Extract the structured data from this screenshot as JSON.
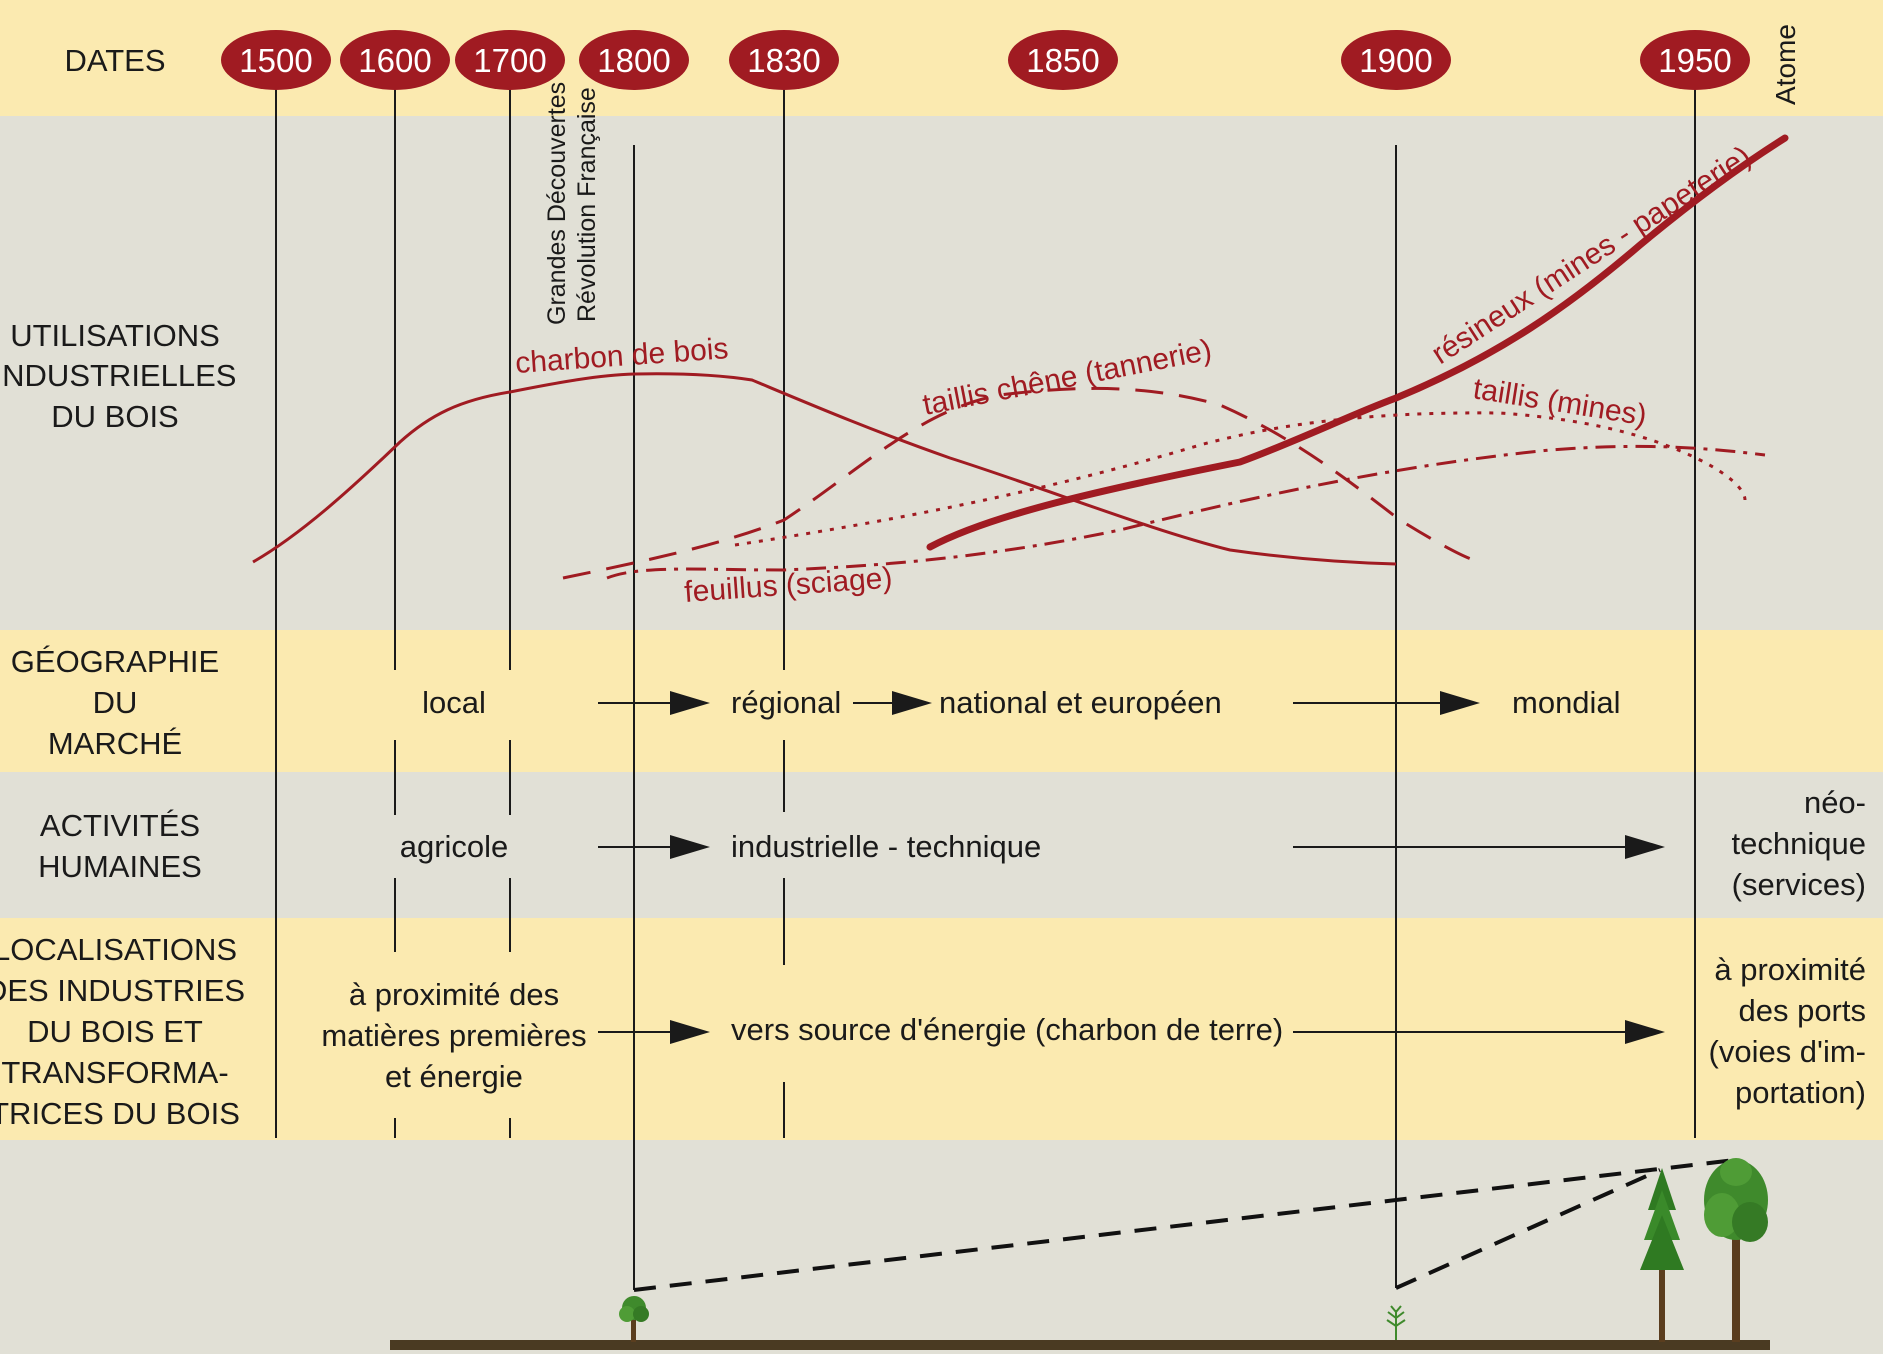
{
  "row_labels": {
    "dates": "DATES",
    "utilisations": [
      "UTILISATIONS",
      "INDUSTRIELLES",
      "DU BOIS"
    ],
    "geographie": [
      "GÉOGRAPHIE",
      "DU",
      "MARCHÉ"
    ],
    "activites": [
      "ACTIVITÉS",
      "HUMAINES"
    ],
    "localisations": [
      "LOCALISATIONS",
      "DES INDUSTRIES",
      "DU BOIS ET",
      "TRANSFORMA-",
      "TRICES DU BOIS"
    ]
  },
  "dates": [
    "1500",
    "1600",
    "1700",
    "1800",
    "1830",
    "1850",
    "1900",
    "1950"
  ],
  "events": {
    "atome": "Atome",
    "grandes_decouvertes": "Grandes Découvertes",
    "revolution": "Révolution Française"
  },
  "curves": {
    "charbon": "charbon de bois",
    "taillis_chene": "taillis chêne (tannerie)",
    "resineux": "résineux (mines - papeterie)",
    "taillis_mines": "taillis (mines)",
    "feuillus": "feuillus (sciage)"
  },
  "geographie": {
    "local": "local",
    "regional": "régional",
    "national": "national et européen",
    "mondial": "mondial"
  },
  "activites": {
    "agricole": "agricole",
    "industrielle": "industrielle - technique",
    "neotechnique": [
      "néo-",
      "technique",
      "(services)"
    ]
  },
  "localisations": {
    "proximite": [
      "à proximité des",
      "matières premières",
      "et énergie"
    ],
    "energie": "vers source d'énergie (charbon de terre)",
    "ports": [
      "à proximité",
      "des ports",
      "(voies d'im-",
      "portation)"
    ]
  },
  "colors": {
    "accent_red": "#a01b22",
    "band_yellow": "#fbeab0",
    "band_grey": "#e1e0d6",
    "tree_green": "#3f8a2c"
  },
  "icons": [
    "sapling-icon",
    "seedling-icon",
    "conifer-tree-icon",
    "deciduous-tree-icon"
  ]
}
